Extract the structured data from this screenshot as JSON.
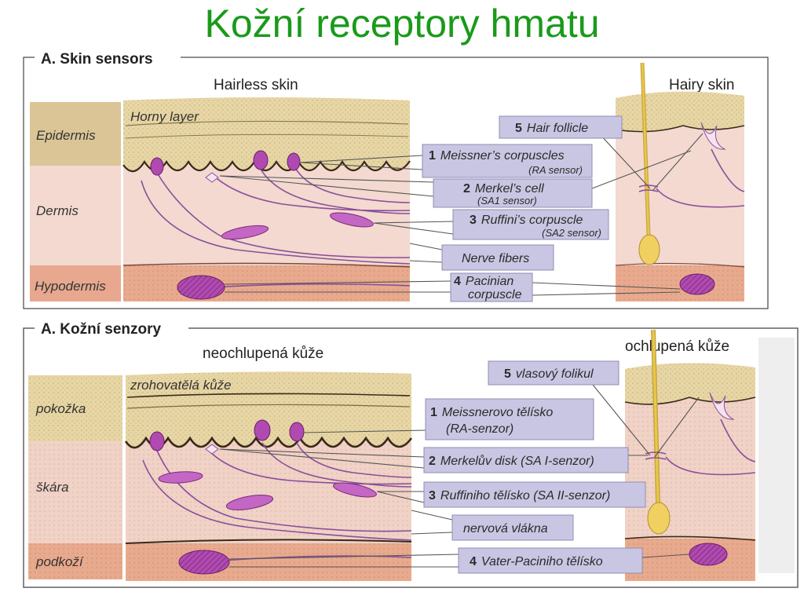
{
  "title": "Kožní receptory hmatu",
  "panel_en": {
    "section": "A. Skin sensors",
    "hairless": "Hairless skin",
    "hairy": "Hairy skin",
    "horny": "Horny layer",
    "layers": [
      "Epidermis",
      "Dermis",
      "Hypodermis"
    ],
    "labels": {
      "hair_follicle": {
        "num": "5",
        "text": "Hair follicle"
      },
      "meissner": {
        "num": "1",
        "text": "Meissner’s corpuscles",
        "sub": "(RA sensor)"
      },
      "merkel": {
        "num": "2",
        "text": "Merkel’s cell",
        "sub": "(SA1 sensor)"
      },
      "ruffini": {
        "num": "3",
        "text": "Ruffini’s corpuscle",
        "sub": "(SA2 sensor)"
      },
      "nerve": {
        "text": "Nerve fibers"
      },
      "pacinian": {
        "num": "4",
        "text": "Pacinian",
        "text2": "corpuscle"
      }
    }
  },
  "panel_cz": {
    "section": "A. Kožní senzory",
    "hairless": "neochlupená kůže",
    "hairy": "ochlupená kůže",
    "horny": "zrohovatělá kůže",
    "layers": [
      "pokožka",
      "škára",
      "podkoží"
    ],
    "labels": {
      "hair_follicle": {
        "num": "5",
        "text": "vlasový folikul"
      },
      "meissner": {
        "num": "1",
        "text": "Meissnerovo tělísko",
        "sub": "(RA-senzor)"
      },
      "merkel": {
        "num": "2",
        "text": "Merkelův disk (SA I-senzor)"
      },
      "ruffini": {
        "num": "3",
        "text": "Ruffiniho tělísko (SA II-senzor)"
      },
      "nerve": {
        "text": "nervová vlákna"
      },
      "pacinian": {
        "num": "4",
        "text": "Vater-Paciniho tělísko"
      }
    }
  },
  "colors": {
    "title": "#1a9a1a",
    "epidermis": "#ddc79a",
    "dermis": "#f3d8cf",
    "hypodermis": "#e7aa92",
    "label_box": "#c9c6e3",
    "corpuscle": "#b04ab0"
  }
}
